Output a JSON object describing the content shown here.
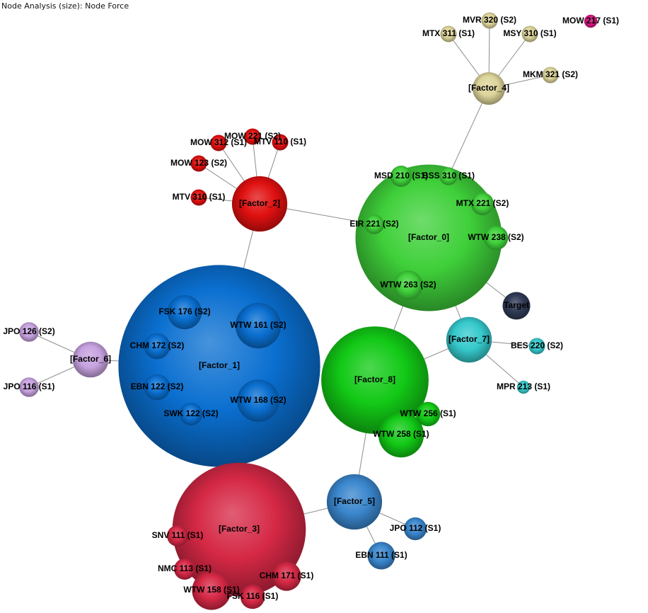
{
  "caption": "Node Analysis (size): Node Force",
  "colors": {
    "Factor_0": "#3fd03a",
    "Factor_1": "#0a6fd0",
    "Factor_2": "#e01010",
    "Factor_3": "#d52845",
    "Factor_4": "#dcd49a",
    "Factor_5": "#3a86cc",
    "Factor_6": "#c7a2df",
    "Factor_7": "#36c9cc",
    "Factor_8": "#12c916",
    "Target": "#2f3a55",
    "Pink": "#d8157f"
  },
  "nodes": [
    {
      "id": "Factor_0",
      "label": "[Factor_0]",
      "color": "Factor_0",
      "size": 4.5
    },
    {
      "id": "Factor_1",
      "label": "[Factor_1]",
      "color": "Factor_1",
      "size": 6.2
    },
    {
      "id": "Factor_2",
      "label": "[Factor_2]",
      "color": "Factor_2",
      "size": 1.7
    },
    {
      "id": "Factor_3",
      "label": "[Factor_3]",
      "color": "Factor_3",
      "size": 4.1
    },
    {
      "id": "Factor_4",
      "label": "[Factor_4]",
      "color": "Factor_4",
      "size": 1.0
    },
    {
      "id": "Factor_5",
      "label": "[Factor_5]",
      "color": "Factor_5",
      "size": 1.7
    },
    {
      "id": "Factor_6",
      "label": "[Factor_6]",
      "color": "Factor_6",
      "size": 1.1
    },
    {
      "id": "Factor_7",
      "label": "[Factor_7]",
      "color": "Factor_7",
      "size": 1.4
    },
    {
      "id": "Factor_8",
      "label": "[Factor_8]",
      "color": "Factor_8",
      "size": 3.3
    },
    {
      "id": "Target",
      "label": "Target",
      "color": "Target",
      "size": 0.85
    },
    {
      "id": "n_mvr320",
      "label": "MVR 320 (S2)",
      "color": "Factor_4",
      "size": 0.5
    },
    {
      "id": "n_mtx311",
      "label": "MTX 311 (S1)",
      "color": "Factor_4",
      "size": 0.5
    },
    {
      "id": "n_msy310",
      "label": "MSY 310 (S1)",
      "color": "Factor_4",
      "size": 0.5
    },
    {
      "id": "n_mkm321",
      "label": "MKM 321 (S2)",
      "color": "Factor_4",
      "size": 0.5
    },
    {
      "id": "n_mow217",
      "label": "MOW 217 (S1)",
      "color": "Pink",
      "size": 0.4
    },
    {
      "id": "n_mow221",
      "label": "MOW 221 (S2)",
      "color": "Factor_2",
      "size": 0.5
    },
    {
      "id": "n_mow312",
      "label": "MOW 312 (S1)",
      "color": "Factor_2",
      "size": 0.5
    },
    {
      "id": "n_mtv110",
      "label": "MTV 110 (S1)",
      "color": "Factor_2",
      "size": 0.5
    },
    {
      "id": "n_mow123",
      "label": "MOW 123 (S2)",
      "color": "Factor_2",
      "size": 0.5
    },
    {
      "id": "n_mtv310",
      "label": "MTV 310 (S1)",
      "color": "Factor_2",
      "size": 0.5
    },
    {
      "id": "n_msd210",
      "label": "MSD 210 (S1)",
      "color": "Factor_0",
      "size": 0.65
    },
    {
      "id": "n_bss310",
      "label": "BSS 310 (S1)",
      "color": "Factor_0",
      "size": 0.55
    },
    {
      "id": "n_mtx221",
      "label": "MTX 221 (S2)",
      "color": "Factor_0",
      "size": 0.7
    },
    {
      "id": "n_eir221",
      "label": "EIR 221 (S2)",
      "color": "Factor_0",
      "size": 0.6
    },
    {
      "id": "n_wtw238",
      "label": "WTW 238 (S2)",
      "color": "Factor_0",
      "size": 0.75
    },
    {
      "id": "n_wtw263",
      "label": "WTW 263 (S2)",
      "color": "Factor_0",
      "size": 0.9
    },
    {
      "id": "n_fsk176",
      "label": "FSK 176 (S2)",
      "color": "Factor_1",
      "size": 1.05
    },
    {
      "id": "n_wtw161",
      "label": "WTW 161 (S2)",
      "color": "Factor_1",
      "size": 1.4
    },
    {
      "id": "n_chm172",
      "label": "CHM 172 (S2)",
      "color": "Factor_1",
      "size": 0.8
    },
    {
      "id": "n_ebn122",
      "label": "EBN 122 (S2)",
      "color": "Factor_1",
      "size": 0.8
    },
    {
      "id": "n_wtw168",
      "label": "WTW 168 (S2)",
      "color": "Factor_1",
      "size": 1.3
    },
    {
      "id": "n_swk122",
      "label": "SWK 122 (S2)",
      "color": "Factor_1",
      "size": 0.7
    },
    {
      "id": "n_jpo126",
      "label": "JPO 126 (S2)",
      "color": "Factor_6",
      "size": 0.6
    },
    {
      "id": "n_jpo116",
      "label": "JPO 116 (S1)",
      "color": "Factor_6",
      "size": 0.6
    },
    {
      "id": "n_bes220",
      "label": "BES 220 (S2)",
      "color": "Factor_7",
      "size": 0.5
    },
    {
      "id": "n_mpr213",
      "label": "MPR 213 (S1)",
      "color": "Factor_7",
      "size": 0.4
    },
    {
      "id": "n_wtw256",
      "label": "WTW 256 (S1)",
      "color": "Factor_8",
      "size": 0.75
    },
    {
      "id": "n_wtw258",
      "label": "WTW 258 (S1)",
      "color": "Factor_8",
      "size": 1.4
    },
    {
      "id": "n_jpo112",
      "label": "JPO 112 (S1)",
      "color": "Factor_5",
      "size": 0.7
    },
    {
      "id": "n_ebn111",
      "label": "EBN 111 (S1)",
      "color": "Factor_5",
      "size": 0.85
    },
    {
      "id": "n_snv111",
      "label": "SNV 111 (S1)",
      "color": "Factor_3",
      "size": 0.65
    },
    {
      "id": "n_nmc113",
      "label": "NMC 113 (S1)",
      "color": "Factor_3",
      "size": 0.65
    },
    {
      "id": "n_chm171",
      "label": "CHM 171 (S1)",
      "color": "Factor_3",
      "size": 0.9
    },
    {
      "id": "n_wtw158",
      "label": "WTW 158 (S1)",
      "color": "Factor_3",
      "size": 1.2
    },
    {
      "id": "n_fsk116",
      "label": "FSK 116 (S1)",
      "color": "Factor_3",
      "size": 0.75
    }
  ],
  "edges": [
    [
      "Factor_4",
      "n_mvr320"
    ],
    [
      "Factor_4",
      "n_mtx311"
    ],
    [
      "Factor_4",
      "n_msy310"
    ],
    [
      "Factor_4",
      "n_mkm321"
    ],
    [
      "Factor_4",
      "n_bss310"
    ],
    [
      "Factor_2",
      "n_mow221"
    ],
    [
      "Factor_2",
      "n_mow312"
    ],
    [
      "Factor_2",
      "n_mtv110"
    ],
    [
      "Factor_2",
      "n_mow123"
    ],
    [
      "Factor_2",
      "n_mtv310"
    ],
    [
      "Factor_2",
      "n_eir221"
    ],
    [
      "Factor_2",
      "Factor_1"
    ],
    [
      "Factor_0",
      "Factor_8"
    ],
    [
      "Factor_0",
      "Target"
    ],
    [
      "Factor_0",
      "Factor_7"
    ],
    [
      "Factor_1",
      "Factor_6"
    ],
    [
      "Factor_6",
      "n_jpo126"
    ],
    [
      "Factor_6",
      "n_jpo116"
    ],
    [
      "Factor_7",
      "n_bes220"
    ],
    [
      "Factor_7",
      "n_mpr213"
    ],
    [
      "Factor_7",
      "Factor_8"
    ],
    [
      "Factor_8",
      "Factor_5"
    ],
    [
      "Factor_5",
      "n_jpo112"
    ],
    [
      "Factor_5",
      "n_ebn111"
    ],
    [
      "Factor_5",
      "Factor_3"
    ]
  ]
}
